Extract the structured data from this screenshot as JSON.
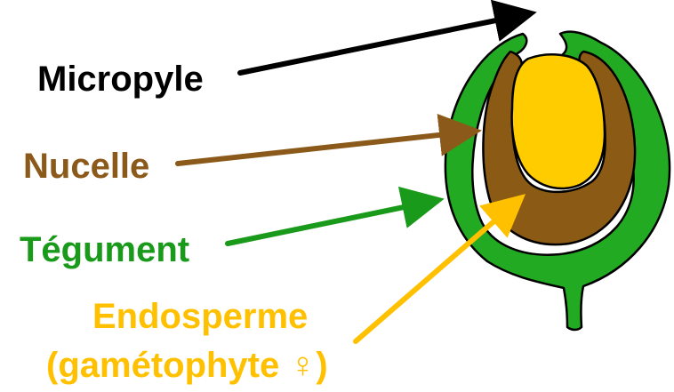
{
  "labels": {
    "micropyle": "Micropyle",
    "nucelle": "Nucelle",
    "tegument": "Tégument",
    "endosperme_line1": "Endosperme",
    "endosperme_line2": "(gamétophyte ♀)"
  },
  "colors": {
    "micropyle": "#000000",
    "nucelle": "#8b5a1a",
    "tegument": "#1a9a1a",
    "endosperme": "#ffc000",
    "tegument_fill": "#22aa22",
    "nucelle_fill": "#8b5a14",
    "endosperme_fill": "#ffcc00",
    "outline": "#000000"
  }
}
